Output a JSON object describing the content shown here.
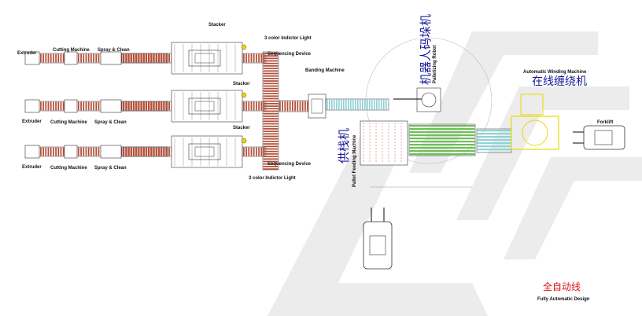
{
  "labels": {
    "extruder": "Extruder",
    "cutting_machine": "Cutting Machine",
    "spray_clean": "Spray & Clean",
    "stacker": "Stacker",
    "light": "3 color Indictor Light",
    "sequencing": "Sequencing Device",
    "banding": "Banding Machine",
    "robot_cn": "机器人码垛机",
    "robot_en": "Palletizing Robot",
    "winding_en": "Automatic Winding Machine",
    "winding_cn": "在线缠绕机",
    "forklift": "Forklift",
    "feeding_cn": "供栈机",
    "feeding_en": "Pallet Feeding Machine",
    "auto_cn": "全自动线",
    "auto_en": "Fully Automatic Design"
  },
  "colors": {
    "brick": "#b3503a",
    "line": "#333333",
    "accent_blue": "#1a1a9a",
    "accent_red": "#dd1111",
    "winder_yellow": "#e8d800",
    "roller_cyan": "#8fd3d6",
    "roller_green": "#6fbf5a",
    "watermark": "#e6e6e6"
  },
  "lanes": [
    {
      "id": "top"
    },
    {
      "id": "mid"
    },
    {
      "id": "bot"
    }
  ]
}
